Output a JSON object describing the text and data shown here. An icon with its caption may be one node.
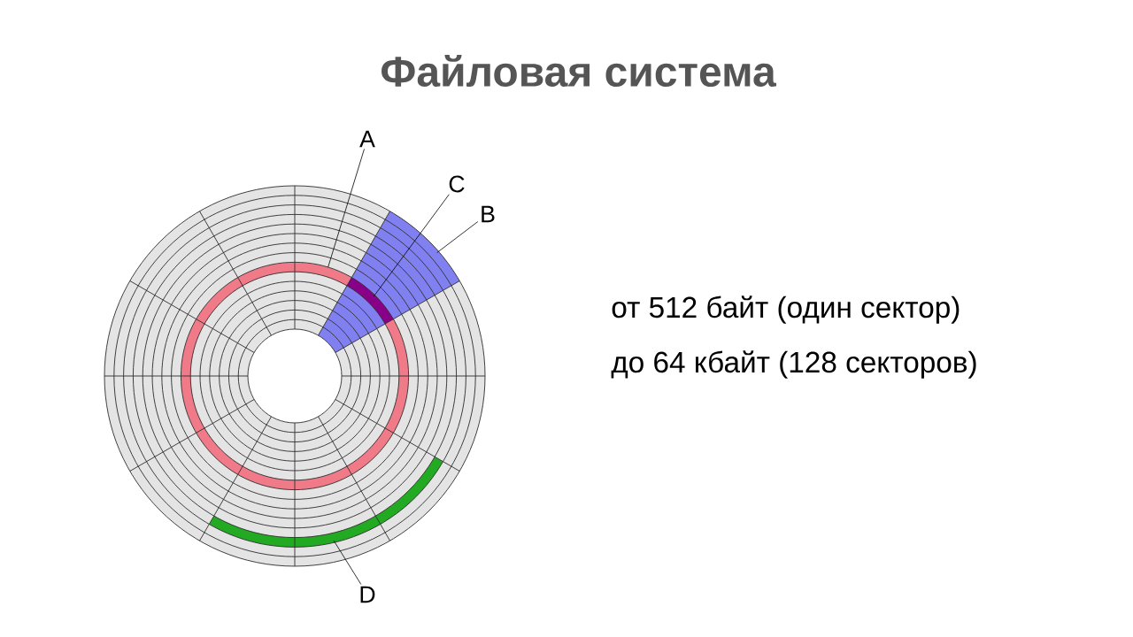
{
  "diagram": {
    "title": "Файловая система",
    "nodes": [
      {
        "text": [
          "A"
        ]
      },
      {
        "text": [
          "B"
        ]
      },
      {
        "text": [
          "C"
        ]
      },
      {
        "text": [
          "D"
        ]
      },
      {
        "text": [],
        "shape": "circle"
      },
      {
        "text": [],
        "shape": "sector"
      },
      {
        "text": [],
        "shape": "box"
      },
      {
        "text": [],
        "shape": "arc"
      }
    ],
    "edges": [
      {
        "from": 0,
        "to": 4,
        "arrow": "none"
      },
      {
        "from": 1,
        "to": 5,
        "arrow": "none"
      },
      {
        "from": 2,
        "to": 6,
        "arrow": "none"
      },
      {
        "from": 3,
        "to": 7,
        "arrow": "none"
      }
    ],
    "labels": [
      "от 512 байт (один сектор)",
      "до 64 кбайт (128 секторов)"
    ]
  }
}
